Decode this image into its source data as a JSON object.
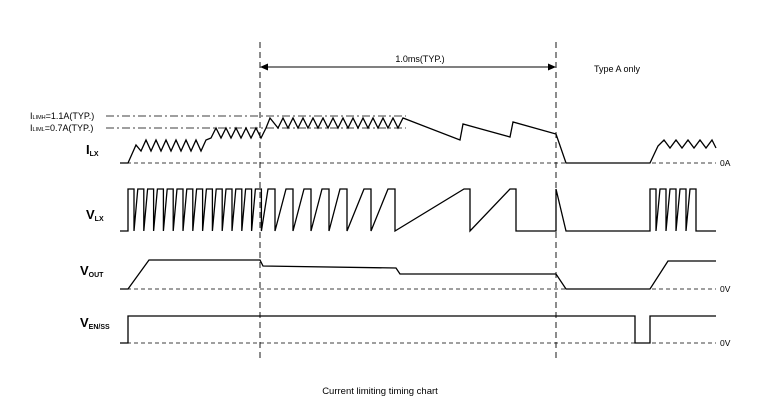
{
  "duration": {
    "label": "1.0ms(TYP.)"
  },
  "note": {
    "text": "Type A only"
  },
  "thresholds": {
    "high": {
      "prefix": "I",
      "sub": "LIMH",
      "value": "=1.1A(TYP.)"
    },
    "low": {
      "prefix": "I",
      "sub": "LIML",
      "value": "=0.7A(TYP.)"
    }
  },
  "signals": {
    "ilx": {
      "main": "I",
      "sub": "LX",
      "ref": "0A"
    },
    "vlx": {
      "main": "V",
      "sub": "LX"
    },
    "vout": {
      "main": "V",
      "sub": "OUT",
      "ref": "0V"
    },
    "ven": {
      "main": "V",
      "sub": "EN/SS",
      "ref": "0V"
    }
  },
  "caption": "Current limiting timing chart"
}
